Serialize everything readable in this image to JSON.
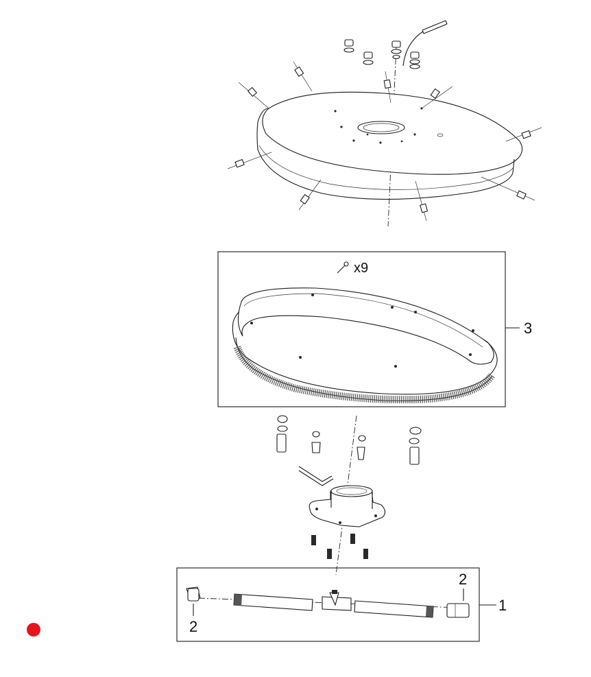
{
  "callouts": {
    "gear_ring": "3",
    "manifold": "1",
    "cap_left": "2",
    "cap_right": "2"
  },
  "gear_box_note": "x9",
  "status_marker": {
    "color": "#e8141b"
  }
}
